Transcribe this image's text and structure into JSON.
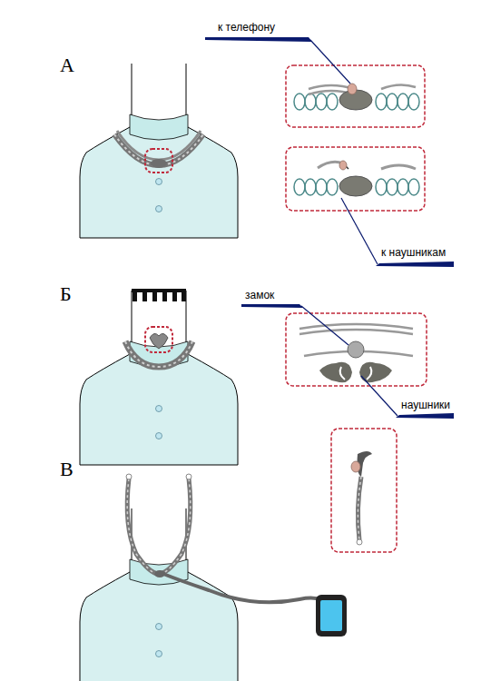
{
  "diagram": {
    "labels": [
      "А",
      "к телефону",
      "к наушникам",
      "Б",
      "замок",
      "наушники",
      "В"
    ]
  }
}
